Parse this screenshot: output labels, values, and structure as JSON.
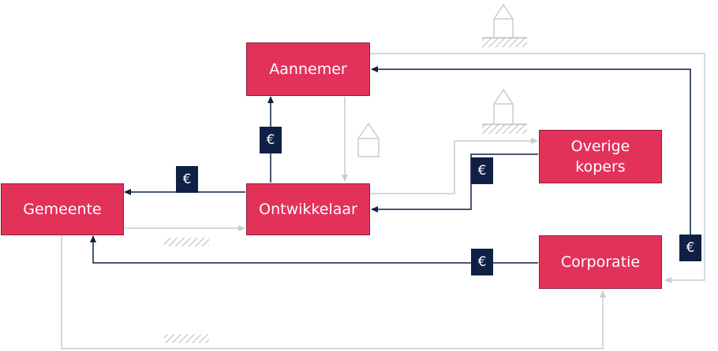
{
  "colors": {
    "actor_fill": "#e2325a",
    "money_badge": "#0f1f45",
    "money_line": "#0f1f45",
    "flow_line": "#c8ccd3",
    "hatch": "#b9bec6"
  },
  "actors": {
    "aannemer": "Aannemer",
    "gemeente": "Gemeente",
    "ontwikkelaar": "Ontwikkelaar",
    "overige_kopers": "Overige\nkopers",
    "corporatie": "Corporatie"
  },
  "money_symbol": "€",
  "icons": {
    "house": "house-icon",
    "land": "land-hatch-icon"
  }
}
